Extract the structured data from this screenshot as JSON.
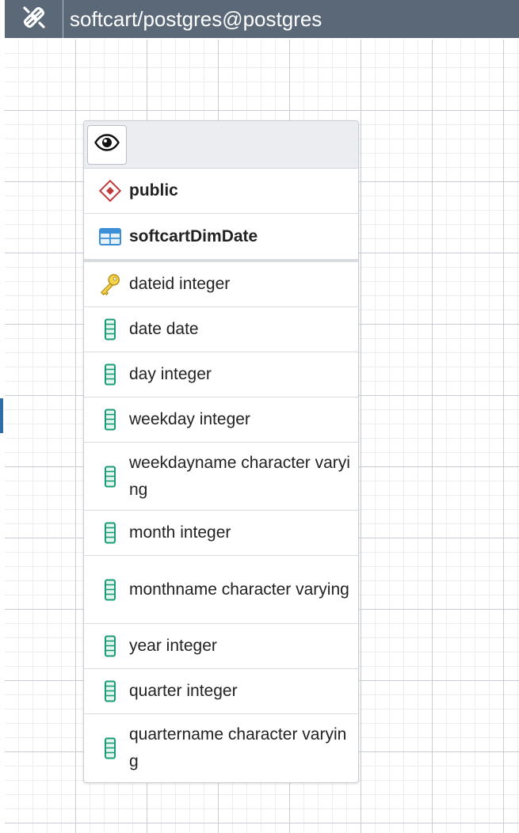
{
  "header": {
    "title": "softcart/postgres@postgres",
    "icon": "plug-disconnected-icon"
  },
  "node": {
    "toggle_icon": "eye-icon",
    "schema": {
      "icon": "schema-icon",
      "label": "public"
    },
    "table": {
      "icon": "table-icon",
      "label": "softcartDimDate"
    },
    "columns": [
      {
        "icon": "key-icon",
        "label": "dateid integer"
      },
      {
        "icon": "column-icon",
        "label": "date date"
      },
      {
        "icon": "column-icon",
        "label": "day integer"
      },
      {
        "icon": "column-icon",
        "label": "weekday integer"
      },
      {
        "icon": "column-icon",
        "label": "weekdayname character varying"
      },
      {
        "icon": "column-icon",
        "label": "month integer"
      },
      {
        "icon": "column-icon",
        "label": "monthname character varying"
      },
      {
        "icon": "column-icon",
        "label": "year integer"
      },
      {
        "icon": "column-icon",
        "label": "quarter integer"
      },
      {
        "icon": "column-icon",
        "label": "quartername character varying"
      }
    ]
  },
  "colors": {
    "header_bg": "#5a6878",
    "column_icon": "#1a9c78",
    "key_icon": "#e3c22a",
    "schema_icon": "#c0393b",
    "table_icon": "#3a8fd6",
    "selection_marker": "#2d6da8"
  }
}
